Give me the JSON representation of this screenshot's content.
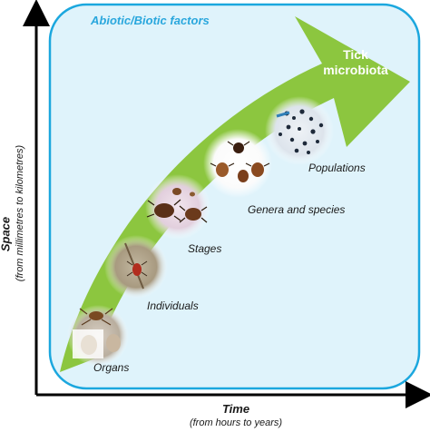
{
  "diagram": {
    "environment_label": "Abiotic/Biotic factors",
    "arrow_label": [
      "Tick",
      "microbiota"
    ],
    "scales": [
      "Organs",
      "Individuals",
      "Stages",
      "Genera and species",
      "Populations"
    ],
    "y_axis": {
      "title": "Space",
      "subtitle": "(from millimetres to kilometres)"
    },
    "x_axis": {
      "title": "Time",
      "subtitle": "(from hours to years)"
    },
    "colors": {
      "panel_fill": "#dff3fb",
      "panel_stroke": "#1ba7de",
      "env_label": "#2aa7dd",
      "arrow_fill": "#8cc63f",
      "arrow_label": "#ffffff",
      "axis": "#000000"
    }
  }
}
